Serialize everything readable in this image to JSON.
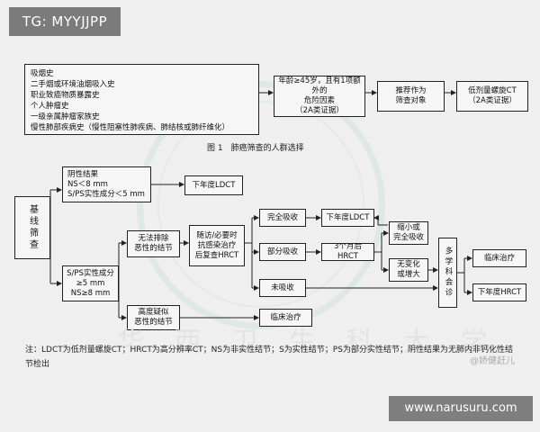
{
  "tag": "TG: MYYJJPP",
  "website": "www.narusuru.com",
  "watermark_text": "华 西 卫 生 科 大 学",
  "signature": "@娇健赶儿",
  "figure1": {
    "risk_factors": [
      "吸烟史",
      "二手烟或环境油烟吸入史",
      "职业致癌物质暴露史",
      "个人肿瘤史",
      "一级亲属肿瘤家族史",
      "慢性肺部疾病史（慢性阻塞性肺疾病、肺结核或肺纤维化）"
    ],
    "age_box": [
      "年龄≥45岁，且有1项额外的",
      "危险因素",
      "（2A类证据）"
    ],
    "recommend_box": [
      "推荐作为",
      "筛查对象"
    ],
    "ldct_box": [
      "低剂量螺旋CT",
      "（2A类证据）"
    ],
    "caption": "图 1　肺癌筛查的人群选择"
  },
  "figure2": {
    "baseline": "基线筛查",
    "negative": [
      "阴性结果",
      "NS＜8 mm",
      "S/PS实性成分＜5 mm"
    ],
    "next_ldct_1": "下年度LDCT",
    "positive": [
      "S/PS实性成分≥5 mm",
      "NS≥8 mm"
    ],
    "cannot_exclude": [
      "无法排除",
      "恶性的结节"
    ],
    "followup": [
      "随访/必要时",
      "抗感染治疗",
      "后复查HRCT"
    ],
    "complete_absorb": "完全吸收",
    "next_ldct_2": "下年度LDCT",
    "partial_absorb": "部分吸收",
    "hrct_3m": "3个月后HRCT",
    "shrink": [
      "缩小或",
      "完全吸收"
    ],
    "no_change": [
      "无变化",
      "或增大"
    ],
    "not_absorb": "未吸收",
    "mdt": "多学科会诊",
    "clinical_1": "临床治疗",
    "next_hrct": "下年度HRCT",
    "high_suspicion": [
      "高度疑似",
      "恶性的结节"
    ],
    "clinical_2": "临床治疗"
  },
  "note": "注：LDCT为低剂量螺旋CT；HRCT为高分辨率CT；NS为非实性结节；S为实性结节；PS为部分实性结节；阴性结果为无肺内非钙化性结节检出"
}
